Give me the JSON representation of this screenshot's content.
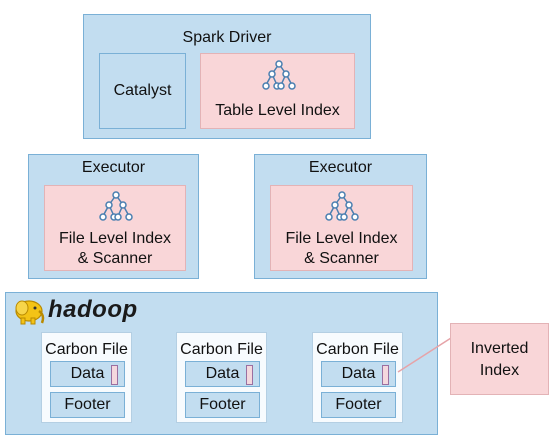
{
  "driver": {
    "title": "Spark Driver",
    "catalyst": "Catalyst",
    "index": "Table Level Index"
  },
  "executors": [
    {
      "title": "Executor",
      "index_line1": "File Level Index",
      "index_line2": "& Scanner"
    },
    {
      "title": "Executor",
      "index_line1": "File Level Index",
      "index_line2": "& Scanner"
    }
  ],
  "hadoop": {
    "logo_text": "hadoop",
    "files": [
      {
        "title": "Carbon File",
        "data": "Data",
        "footer": "Footer"
      },
      {
        "title": "Carbon File",
        "data": "Data",
        "footer": "Footer"
      },
      {
        "title": "Carbon File",
        "data": "Data",
        "footer": "Footer"
      }
    ]
  },
  "callout": {
    "line1": "Inverted",
    "line2": "Index"
  },
  "icons": [
    "tree-hierarchy-icon",
    "hadoop-elephant-icon"
  ],
  "colors": {
    "container_blue": "#c2ddf0",
    "border_blue": "#7ab0d6",
    "index_pink": "#f9d6d8"
  }
}
